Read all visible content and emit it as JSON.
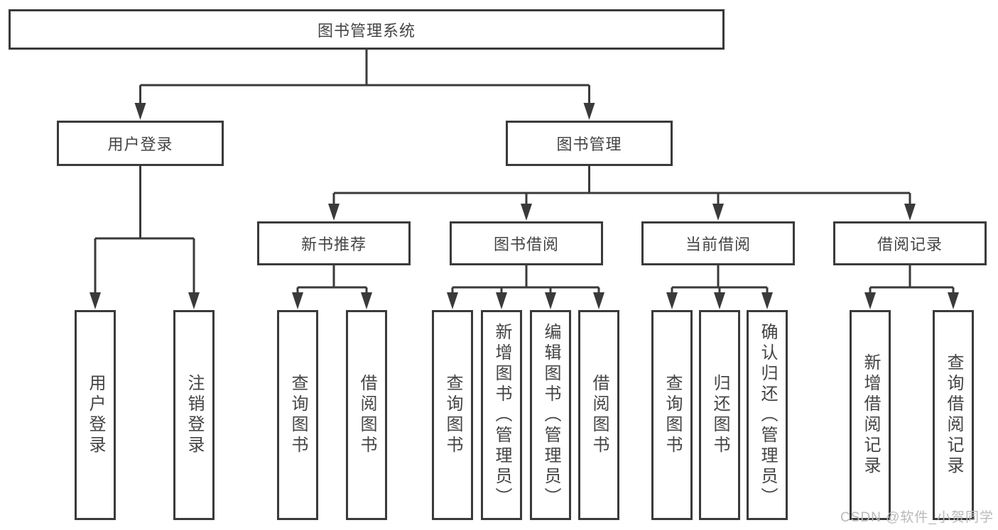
{
  "tree": {
    "root": {
      "label": "图书管理系统"
    },
    "user_login": {
      "label": "用户登录",
      "children": [
        {
          "label": "用户登录"
        },
        {
          "label": "注销登录"
        }
      ]
    },
    "book_management": {
      "label": "图书管理",
      "children": [
        {
          "label": "新书推荐",
          "children": [
            {
              "label": "查询图书"
            },
            {
              "label": "借阅图书"
            }
          ]
        },
        {
          "label": "图书借阅",
          "children": [
            {
              "label": "查询图书"
            },
            {
              "label": "新增图书（管理员）"
            },
            {
              "label": "编辑图书（管理员）"
            },
            {
              "label": "借阅图书"
            }
          ]
        },
        {
          "label": "当前借阅",
          "children": [
            {
              "label": "查询图书"
            },
            {
              "label": "归还图书"
            },
            {
              "label": "确认归还（管理员）"
            }
          ]
        },
        {
          "label": "借阅记录",
          "children": [
            {
              "label": "新增借阅记录"
            },
            {
              "label": "查询借阅记录"
            }
          ]
        }
      ]
    }
  },
  "colors": {
    "line": "#3a3a3a",
    "text": "#444444",
    "watermark": "#b9b9b9"
  },
  "watermark": {
    "text": "CSDN @软件_小贺同学"
  }
}
